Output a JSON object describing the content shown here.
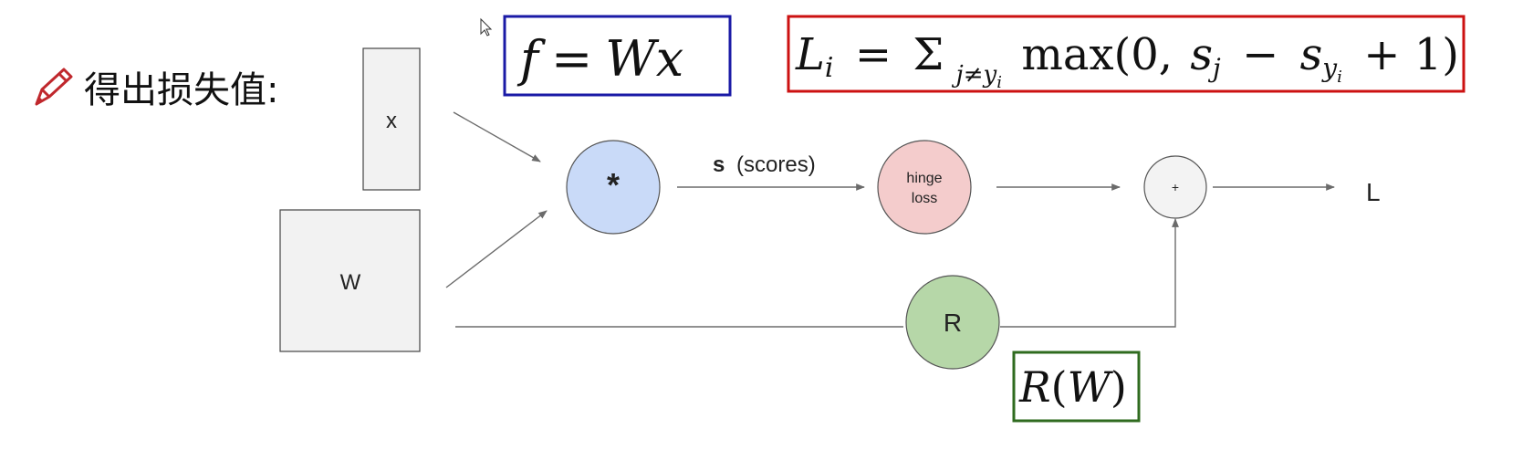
{
  "title": {
    "icon": "pencil-icon",
    "text": "得出损失值:"
  },
  "colors": {
    "node_box_fill": "#f2f2f2",
    "multiply_fill": "#c9daf8",
    "hinge_fill": "#f4cccc",
    "plus_fill": "#f3f3f3",
    "reg_fill": "#b6d7a8",
    "formula_f_border": "#1a1aa6",
    "formula_loss_border": "#cc1111",
    "formula_r_border": "#2f6b1f",
    "pencil": "#c0282d",
    "edge": "#6b6b6b"
  },
  "nodes": {
    "x_label": "x",
    "w_label": "W",
    "multiply_label": "*",
    "hinge_line1": "hinge",
    "hinge_line2": "loss",
    "plus_label": "+",
    "reg_label": "R",
    "output_label": "L"
  },
  "edges": {
    "scores_bold": "s",
    "scores_rest": "(scores)"
  },
  "formulas": {
    "f_eq_wx": "f = Wx",
    "multiclass_svm_loss": "L_i = Σ_{j≠y_i} max(0, s_j − s_{y_i} + 1)",
    "regularization": "R(W)"
  }
}
